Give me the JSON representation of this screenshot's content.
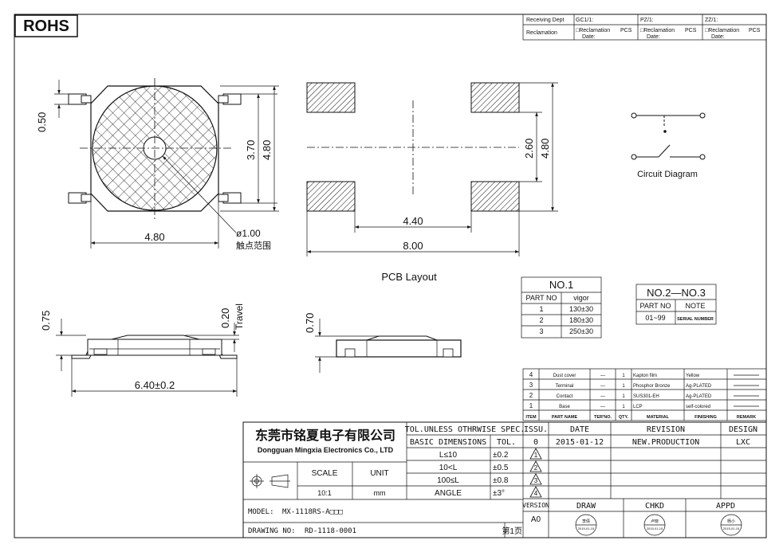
{
  "rohs": "ROHS",
  "header": {
    "receiving_dept": "Receiving Dept",
    "gc": "GC1/1:",
    "pz": "PZ/1:",
    "zz": "ZZ/1:",
    "reclamation": "Reclamation",
    "recl_item": "□Reclamation",
    "pcs": "PCS",
    "date": "Date:"
  },
  "top_view": {
    "dim_050": "0.50",
    "dim_370": "3.70",
    "dim_480v": "4.80",
    "dim_480h": "4.80",
    "dia": "ø1.00",
    "contact_zh": "触点范围"
  },
  "pcb": {
    "dim_260": "2.60",
    "dim_480": "4.80",
    "dim_440": "4.40",
    "dim_800": "8.00",
    "caption": "PCB  Layout"
  },
  "circuit": {
    "caption": "Circuit Diagram"
  },
  "side": {
    "dim_075": "0.75",
    "dim_020": "0.20",
    "travel": "Travel",
    "dim_640": "6.40±0.2",
    "dim_070": "0.70"
  },
  "no1": {
    "title": "NO.1",
    "headers": [
      "PART NO",
      "vigor"
    ],
    "rows": [
      [
        "1",
        "130±30"
      ],
      [
        "2",
        "180±30"
      ],
      [
        "3",
        "250±30"
      ]
    ]
  },
  "no23": {
    "title": "NO.2—NO.3",
    "headers": [
      "PART NO",
      "NOTE"
    ],
    "row": [
      "01~99",
      "SERIAL NUMBER"
    ]
  },
  "bom": {
    "rows": [
      [
        "4",
        "Dust cover",
        "—",
        "1",
        "Kapton film",
        "Yellow",
        ""
      ],
      [
        "3",
        "Terminal",
        "—",
        "1",
        "Phosphor Bronze",
        "Ag-PLATED",
        ""
      ],
      [
        "2",
        "Contact",
        "—",
        "1",
        "SUS301-EH",
        "Ag-PLATED",
        ""
      ],
      [
        "1",
        "Base",
        "—",
        "1",
        "LCP",
        "self-colored",
        ""
      ]
    ],
    "headers": [
      "ITEM",
      "PART NAME",
      "TER'NO.",
      "QTY.",
      "MATERIAL",
      "FINISHING",
      "REMARK"
    ]
  },
  "title_block": {
    "company_zh": "东莞市铭夏电子有限公司",
    "company_en": "Dongguan Mingxia Electronics Co., LTD",
    "tol_header": "TOL.UNLESS OTHRWISE SPEC.",
    "basic_dims": "BASIC DIMENSIONS",
    "tol": "TOL.",
    "tol_rows": [
      [
        "L≤10",
        "±0.2"
      ],
      [
        "10<L",
        "±0.5"
      ],
      [
        "100≤L",
        "±0.8"
      ],
      [
        "ANGLE",
        "±3°"
      ]
    ],
    "scale_label": "SCALE",
    "unit_label": "UNIT",
    "scale_value": "10:1",
    "unit_value": "mm",
    "model_label": "MODEL:",
    "model_value": "MX-1118RS-A□□□",
    "drawing_label": "DRAWING NO:",
    "drawing_value": "RD-1118-0001",
    "page": "第1页"
  },
  "revision": {
    "headers": [
      "ISSU.",
      "DATE",
      "REVISION",
      "DESIGN"
    ],
    "row": [
      "0",
      "2015-01-12",
      "NEW.PRODUCTION",
      "LXC"
    ],
    "triangles": [
      "1",
      "2",
      "3",
      "4"
    ],
    "version_label": "VERSION",
    "version_value": "A0",
    "draw": "DRAW",
    "chkd": "CHKD",
    "appd": "APPD",
    "stamp_draw": "李倩",
    "stamp_chkd": "卢晓",
    "stamp_appd": "杨小",
    "stamp_date": "2015-01-15"
  }
}
